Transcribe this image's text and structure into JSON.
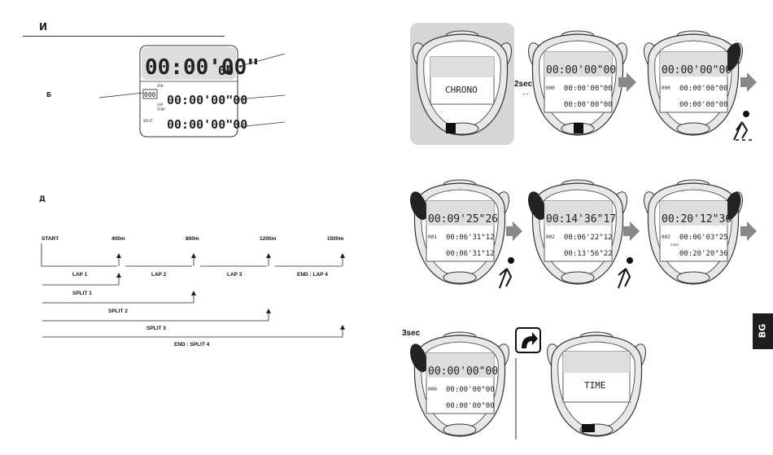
{
  "section_heading": "И",
  "label_b": "Б",
  "label_d": "Д",
  "display": {
    "main_time": "00:00'00\"",
    "main_hund": "00",
    "lap_time": "00:00'00\"00",
    "split_time": "00:00'00\"00",
    "lap_counter": "000",
    "lbl_stw": "STW",
    "lbl_lap": "LAP",
    "lbl_stop": "STOP",
    "lbl_split": "SPLIT"
  },
  "timeline": {
    "marks": [
      "START",
      "400m",
      "800m",
      "1200m",
      "1500m"
    ],
    "laps": [
      "LAP 1",
      "LAP 2",
      "LAP 3",
      "END : LAP 4"
    ],
    "splits": [
      "SPLIT 1",
      "SPLIT 2",
      "SPLIT 3",
      "END : SPLIT 4"
    ]
  },
  "watches": {
    "w1_text": "CHRONO",
    "hold_2": "2sec",
    "hold_dots": "...",
    "w2_main": "00:00'00\"00",
    "w2_r1": "00:00'00\"00",
    "w2_r2": "00:00'00\"00",
    "w2_cnt": "000",
    "w3_main": "00:00'00\"00",
    "w3_r1": "00:00'00\"00",
    "w3_r2": "00:00'00\"00",
    "w3_cnt": "000",
    "w4_main": "00:09'25\"26",
    "w4_r1": "00:06'31\"12",
    "w4_r2": "00:06'31\"12",
    "w4_cnt": "001",
    "w5_main": "00:14'36\"17",
    "w5_r1": "00:06'22\"12",
    "w5_r2": "00:13'56\"22",
    "w5_cnt": "002",
    "w6_main": "00:20'12\"36",
    "w6_r1": "00:06'03\"25",
    "w6_r2": "00:20'20\"36",
    "w6_cnt": "002",
    "w6_start": "START",
    "hold_3": "3sec",
    "w7_main": "00:00'00\"00",
    "w7_r1": "00:00'00\"00",
    "w7_r2": "00:00'00\"00",
    "w7_cnt": "000",
    "w8_text": "TIME"
  },
  "side_tab": "BG"
}
